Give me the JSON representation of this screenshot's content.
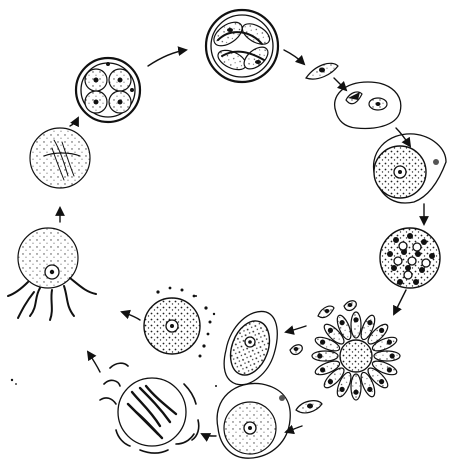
{
  "figure": {
    "ink_color": "#111111",
    "background_color": "#ffffff",
    "stages": [
      {
        "id": "oocyst-sporozoites",
        "icon": "mature-oocyst-with-sporozoites"
      },
      {
        "id": "sporozoite",
        "icon": "free-sporozoite"
      },
      {
        "id": "sporozoite-entering-cell",
        "icon": "sporozoite-in-host-cell"
      },
      {
        "id": "young-schizont",
        "icon": "trophozoite-in-cell"
      },
      {
        "id": "schizont-multinucleate",
        "icon": "schizont"
      },
      {
        "id": "merozoites-rosette",
        "icon": "segmenting-schizont"
      },
      {
        "id": "free-merozoites",
        "icon": "merozoites"
      },
      {
        "id": "microgametocyte-in-cell",
        "icon": "microgametocyte"
      },
      {
        "id": "macrogametocyte-in-cell",
        "icon": "macrogametocyte"
      },
      {
        "id": "microgametes",
        "icon": "microgametes"
      },
      {
        "id": "macrogamete-releasing",
        "icon": "macrogamete"
      },
      {
        "id": "fertilization",
        "icon": "fertilization"
      },
      {
        "id": "zygote-oocyst",
        "icon": "zygote"
      },
      {
        "id": "sporoblasts",
        "icon": "sporulating-oocyst"
      }
    ]
  }
}
